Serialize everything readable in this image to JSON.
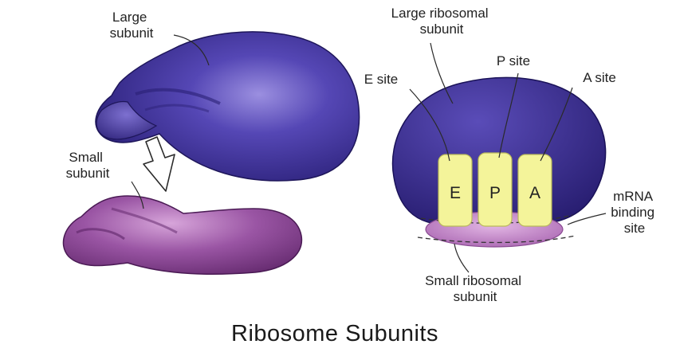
{
  "title": "Ribosome Subunits",
  "labels": {
    "large_subunit": [
      "Large",
      "subunit"
    ],
    "small_subunit": [
      "Small",
      "subunit"
    ],
    "large_ribosomal_subunit": [
      "Large ribosomal",
      "subunit"
    ],
    "small_ribosomal_subunit": [
      "Small ribosomal",
      "subunit"
    ],
    "mrna_binding_site": [
      "mRNA",
      "binding",
      "site"
    ],
    "e_site": "E site",
    "p_site": "P site",
    "a_site": "A site"
  },
  "site_letters": {
    "e": "E",
    "p": "P",
    "a": "A"
  },
  "colors": {
    "large_subunit": "#3a2f8f",
    "small_subunit": "#8e4a98",
    "binding_sites": "#f4f49a",
    "background": "#ffffff"
  }
}
